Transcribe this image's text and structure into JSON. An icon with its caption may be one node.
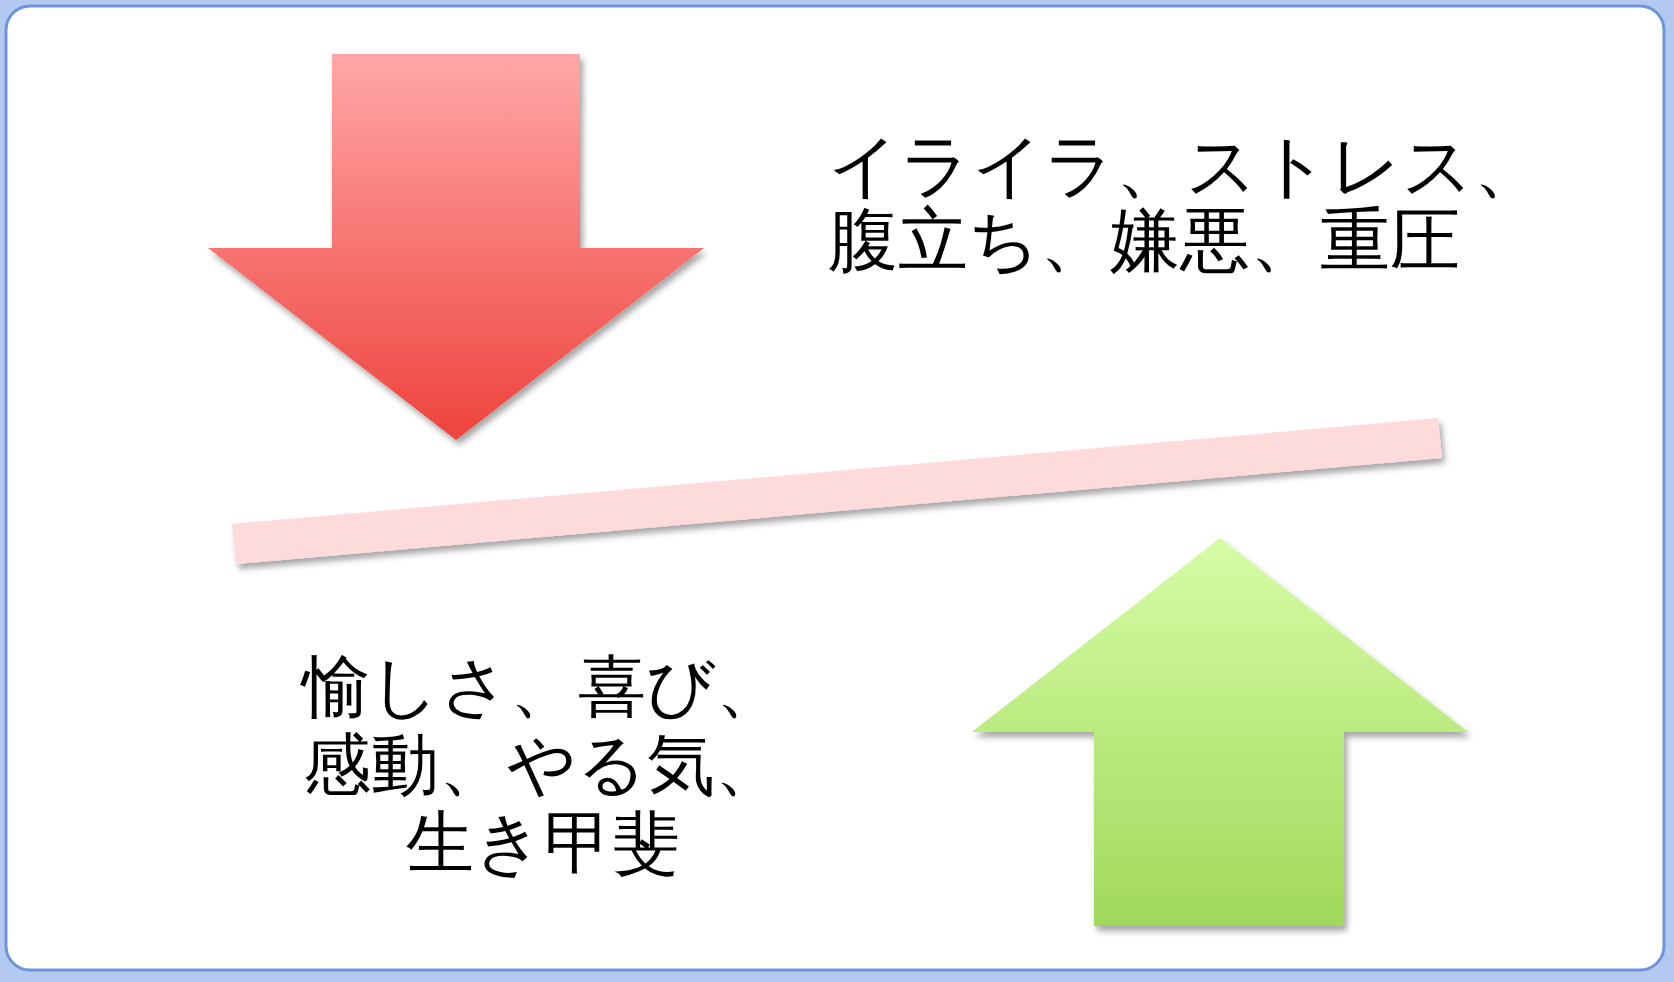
{
  "diagram": {
    "nodes": [
      {
        "text": [],
        "shape": "bar"
      }
    ],
    "labels": [
      "イライラ、ストレス、腹立ち、嫌悪、重圧",
      "愉しさ、喜び、感動、やる気、生き甲斐"
    ]
  }
}
